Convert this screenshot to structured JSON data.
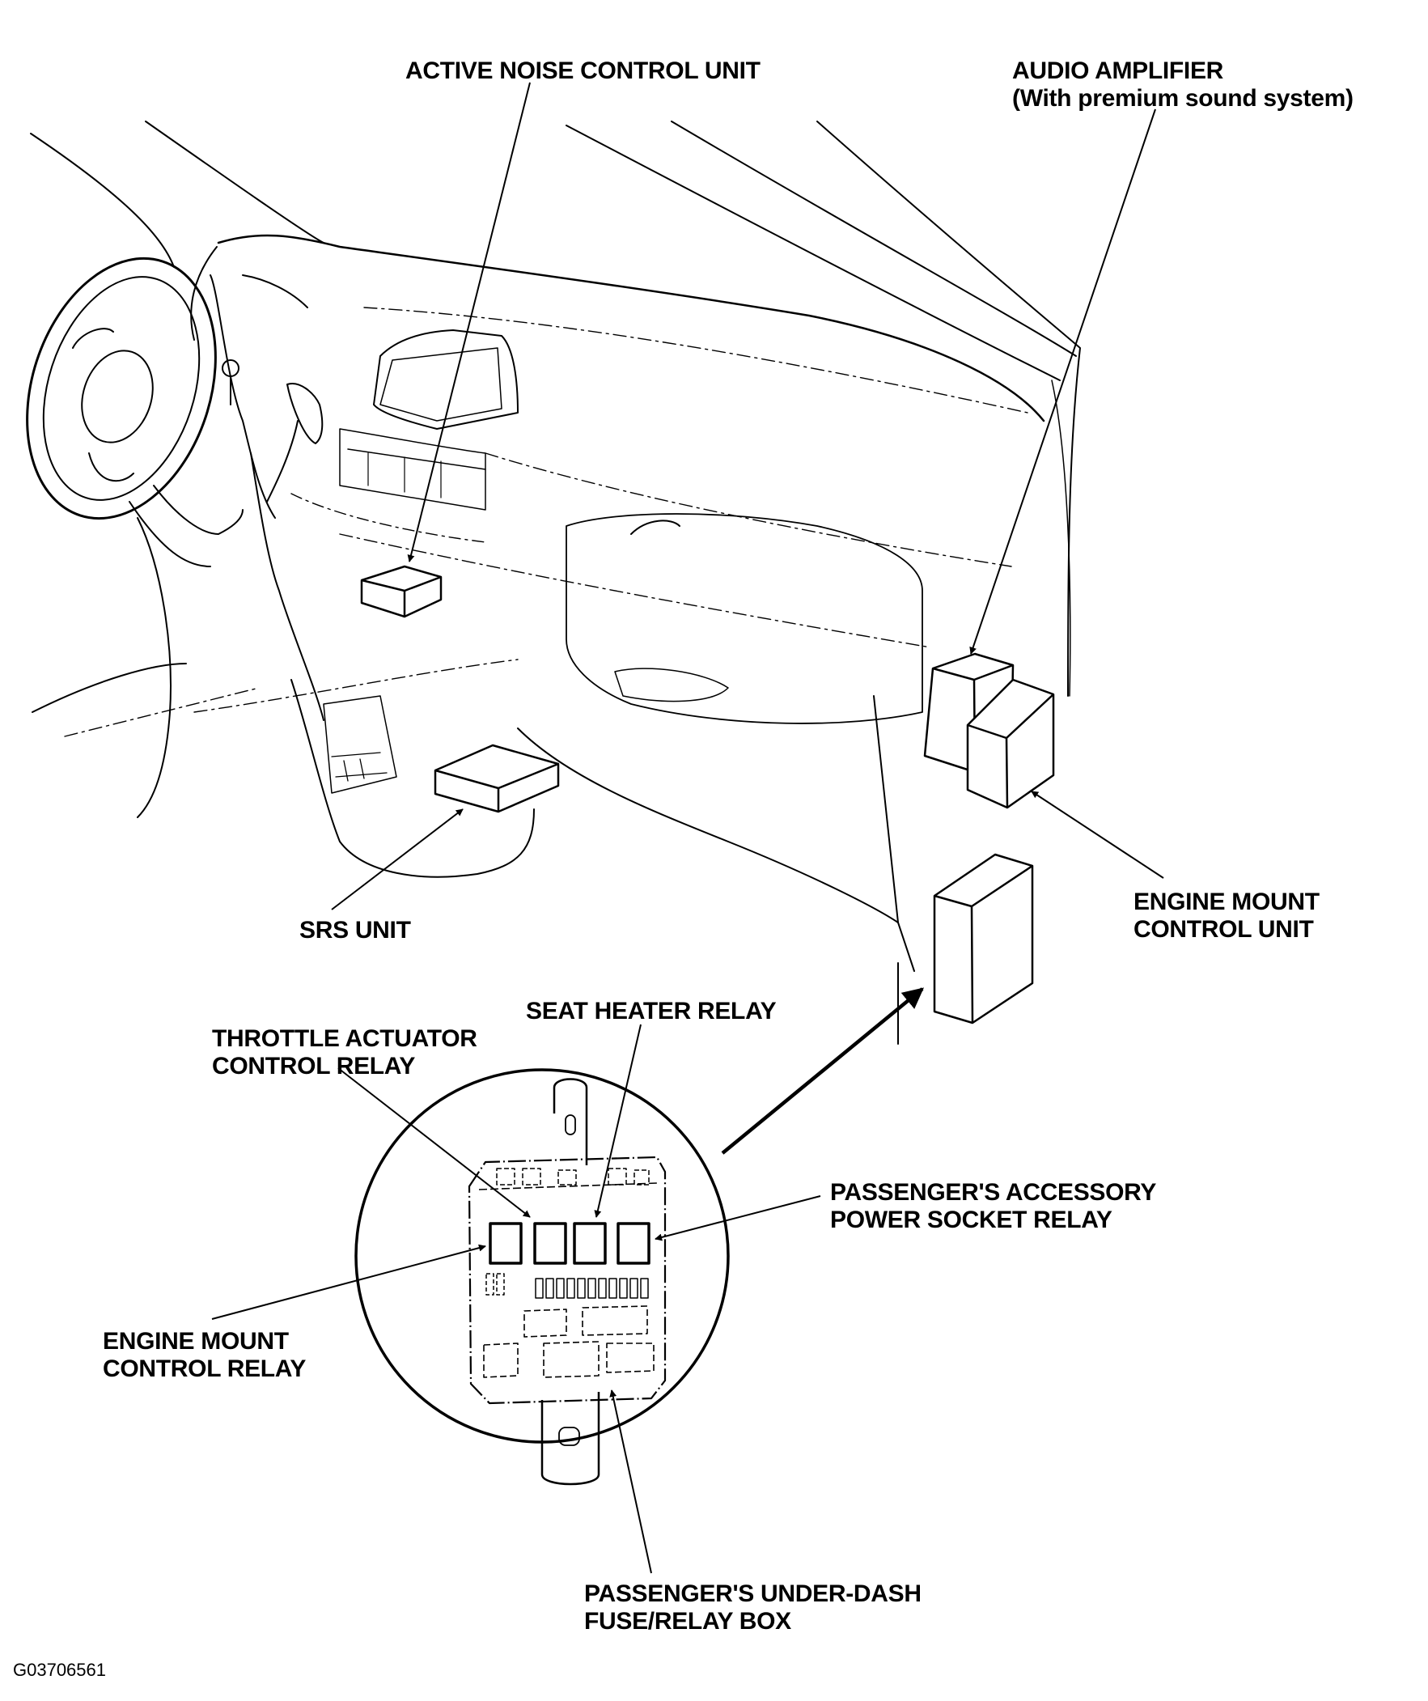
{
  "callouts": {
    "active_noise_control_unit": [
      "ACTIVE NOISE CONTROL UNIT"
    ],
    "audio_amplifier": [
      "AUDIO AMPLIFIER",
      "(With premium sound system)"
    ],
    "srs_unit": [
      "SRS UNIT"
    ],
    "engine_mount_control_unit": [
      "ENGINE MOUNT",
      "CONTROL UNIT"
    ],
    "seat_heater_relay": [
      "SEAT HEATER RELAY"
    ],
    "throttle_actuator_control_relay": [
      "THROTTLE ACTUATOR",
      "CONTROL RELAY"
    ],
    "passengers_accessory_power_socket_relay": [
      "PASSENGER'S ACCESSORY",
      "POWER SOCKET RELAY"
    ],
    "engine_mount_control_relay": [
      "ENGINE MOUNT",
      "CONTROL RELAY"
    ],
    "passengers_under_dash_fuse_relay_box": [
      "PASSENGER'S UNDER-DASH",
      "FUSE/RELAY BOX"
    ]
  },
  "figure_code": "G03706561"
}
